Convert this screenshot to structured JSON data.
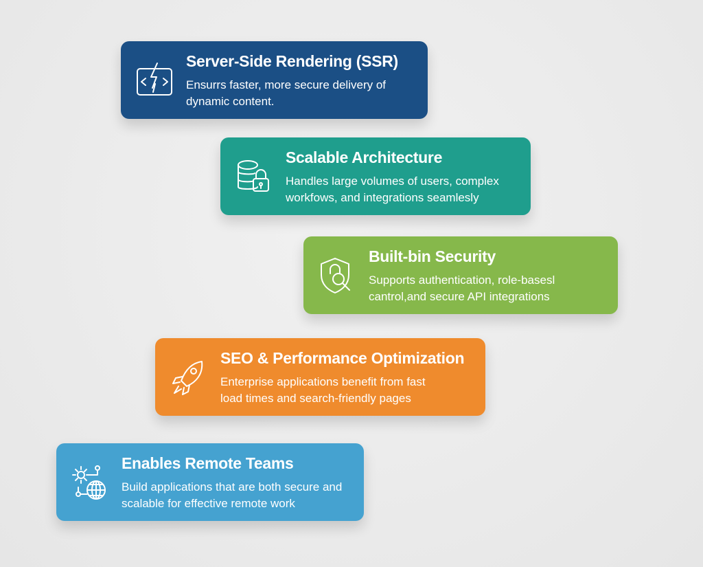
{
  "cards": [
    {
      "title": "Server-Side Rendering (SSR)",
      "lines": [
        "Ensurrs faster, more secure delivery of",
        "dynamic content."
      ],
      "icon": "code-bolt-icon",
      "color": "#1b4f85"
    },
    {
      "title": "Scalable Architecture",
      "lines": [
        "Handles large volumes of users, complex",
        "workfows, and integrations seamlesly"
      ],
      "icon": "database-lock-icon",
      "color": "#1f9e8d"
    },
    {
      "title": "Built-bin Security",
      "lines": [
        "Supports authentication, role-basesl",
        "cantrol,and secure API integrations"
      ],
      "icon": "shield-search-icon",
      "color": "#86b84b"
    },
    {
      "title": "SEO & Performance Optimization",
      "lines": [
        "Enterprise applications benefit from fast",
        "load times and search-friendly pages"
      ],
      "icon": "rocket-icon",
      "color": "#ef8b2d"
    },
    {
      "title": "Enables Remote Teams",
      "lines": [
        "Build applications that are both secure and",
        "scalable for effective remote work"
      ],
      "icon": "gear-globe-icon",
      "color": "#45a2d0"
    }
  ]
}
